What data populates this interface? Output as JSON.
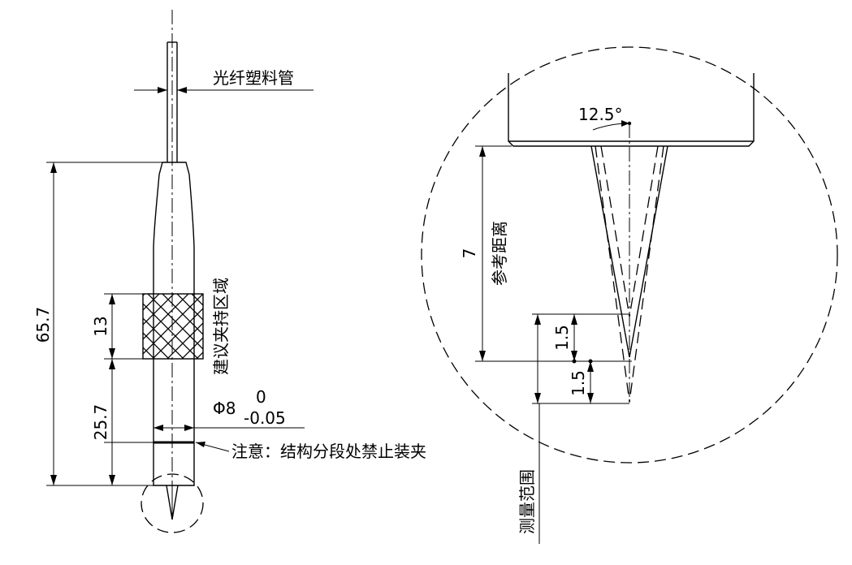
{
  "left_view": {
    "tube_label": "光纤塑料管",
    "overall_length": "65.7",
    "grip_length": "13",
    "grip_label": "建议夹持区域",
    "lower_length": "25.7",
    "diameter_symbol_value": "Φ8",
    "tolerance_upper": "0",
    "tolerance_lower": "-0.05",
    "warning_note": "注意：结构分段处禁止装夹"
  },
  "detail_view": {
    "angle": "12.5°",
    "reference_distance": "7",
    "reference_label": "参考距离",
    "upper_range": "1.5",
    "lower_range": "1.5",
    "measure_label": "测量范围"
  }
}
